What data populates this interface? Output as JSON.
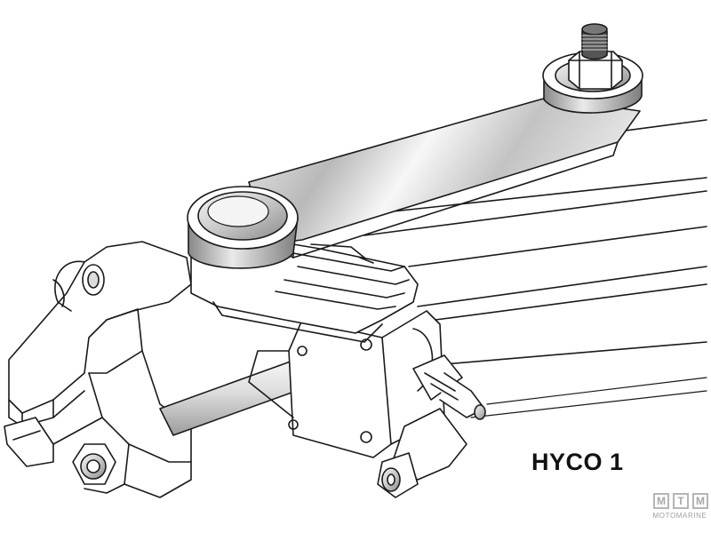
{
  "diagram": {
    "model_label": "HYCO 1"
  },
  "watermark": {
    "letters": [
      "M",
      "T",
      "M"
    ],
    "subtitle": "MOTOMARINE"
  },
  "colors": {
    "line": "#1a1a1a",
    "metal_dark": "#9a9a9a",
    "metal_light": "#f2f2f2"
  }
}
